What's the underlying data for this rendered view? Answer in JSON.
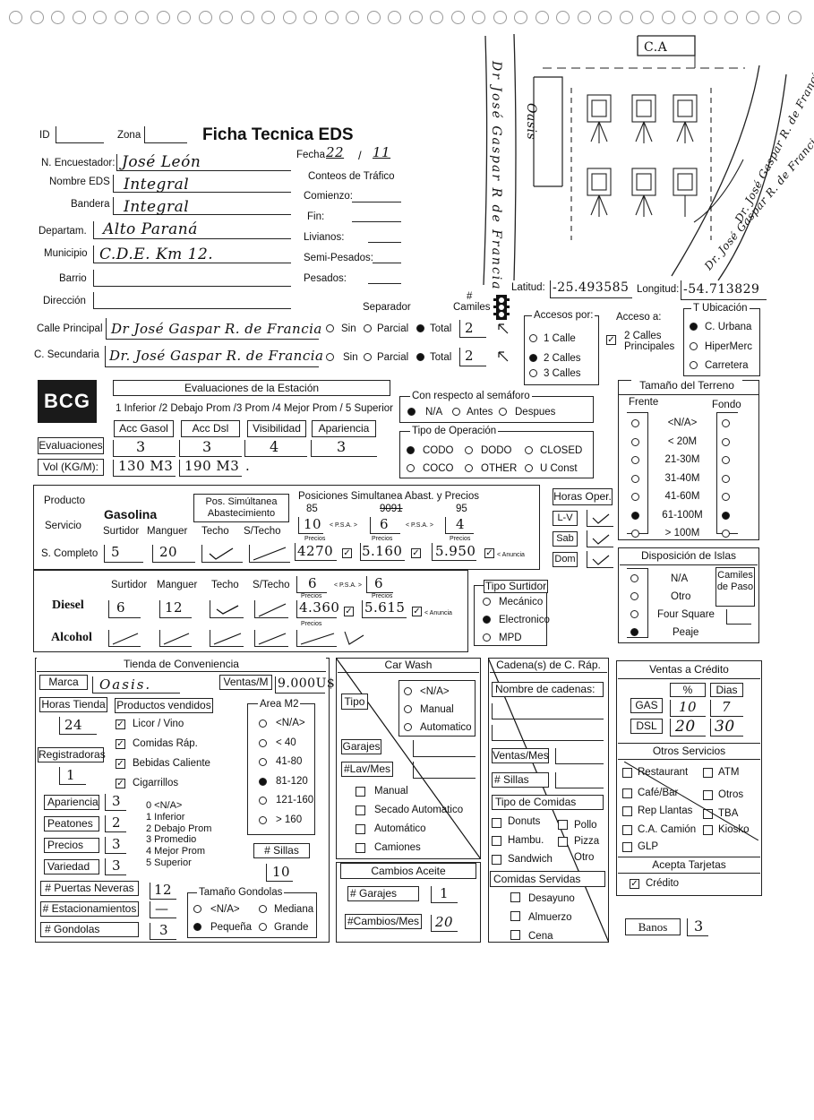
{
  "form": {
    "title": "Ficha Tecnica EDS",
    "id_label": "ID",
    "zona_label": "Zona",
    "fecha_label": "Fecha",
    "fecha_day": "22",
    "fecha_month": "11",
    "fecha_sep": "/"
  },
  "fields": {
    "encuestador_label": "N. Encuestador:",
    "encuestador_value": "José León",
    "nombre_label": "Nombre EDS",
    "nombre_value": "Integral",
    "bandera_label": "Bandera",
    "bandera_value": "Integral",
    "departam_label": "Departam.",
    "departam_value": "Alto Paraná",
    "municipio_label": "Municipio",
    "municipio_value": "C.D.E. Km 12.",
    "barrio_label": "Barrio",
    "direccion_label": "Dirección",
    "calle_principal_label": "Calle Principal",
    "calle_principal_value": "Dr José Gaspar R. de Francia",
    "calle_secundaria_label": "C. Secundaria",
    "calle_secundaria_value": "Dr. José Gaspar R. de Francia"
  },
  "traffic": {
    "title": "Conteos de Tráfico",
    "comienzo": "Comienzo:",
    "fin": "Fin:",
    "livianos": "Livianos:",
    "semi": "Semi-Pesados:",
    "pesados": "Pesados:"
  },
  "separador": {
    "title": "Separador",
    "sin": "Sin",
    "parcial": "Parcial",
    "total": "Total",
    "camiles": "Camiles",
    "hash": "#",
    "principal_count": "2",
    "secundaria_count": "2"
  },
  "location": {
    "latitud_label": "Latitud:",
    "latitud_value": "-25.493585",
    "longitud_label": "Longitud:",
    "longitud_value": "-54.713829"
  },
  "accesos": {
    "title": "Accesos por:",
    "options": [
      "1 Calle",
      "2 Calles",
      "3 Calles"
    ],
    "acceso_a": "Acceso a:",
    "acceso_a_option": "2 Calles Principales"
  },
  "ubicacion": {
    "title": "T Ubicación",
    "options": [
      "C. Urbana",
      "HiperMerc",
      "Carretera"
    ]
  },
  "sketch": {
    "ca": "C.A",
    "oasis": "Oasis",
    "street_vertical": "Dr José Gaspar R de Francia",
    "street_diagonal_top": "Dr. José Gaspar R. de Francia",
    "street_diagonal_bottom": "Dr. José Gaspar R. de Francia"
  },
  "evaluaciones": {
    "title": "Evaluaciones de la Estación",
    "scale": "1 Inferior /2 Debajo Prom /3 Prom /4 Mejor Prom / 5 Superior",
    "headers": [
      "Acc Gasol",
      "Acc Dsl",
      "Visibilidad",
      "Apariencia"
    ],
    "row_label": "Evaluaciones",
    "values": [
      "3",
      "3",
      "4",
      "3"
    ],
    "vol_label": "Vol (KG/M):",
    "vol_values": [
      "130 M3",
      "190 M3",
      "."
    ],
    "logo": "BCG"
  },
  "semaforo": {
    "title": "Con respecto al semáforo",
    "options": [
      "N/A",
      "Antes",
      "Despues"
    ],
    "operacion_title": "Tipo de Operación",
    "operacion_options": [
      "CODO",
      "DODO",
      "CLOSED",
      "COCO",
      "OTHER",
      "U Const"
    ]
  },
  "terreno": {
    "title": "Tamaño del Terreno",
    "frente": "Frente",
    "fondo": "Fondo",
    "sizes": [
      "<N/A>",
      "< 20M",
      "21-30M",
      "31-40M",
      "41-60M",
      "61-100M",
      "> 100M"
    ]
  },
  "islas": {
    "title": "Disposición de Islas",
    "options": [
      "N/A",
      "Otro",
      "Four Square",
      "Peaje"
    ],
    "camiles": "Camiles de Paso"
  },
  "producto": {
    "producto": "Producto",
    "servicio": "Servicio",
    "gasolina": "Gasolina",
    "surtidor": "Surtidor",
    "manguer": "Manguer",
    "techo": "Techo",
    "stecho": "S/Techo",
    "pos_sim": "Pos. Simúltanea Abastecimiento",
    "pos_title": "Posiciones Simultanea Abast. y Precios",
    "grades": [
      "85",
      "9091",
      "95"
    ],
    "psa": "< P.S.A. >",
    "s_completo": "S. Completo",
    "gas_surtidor": "5",
    "gas_manguer": "20",
    "gas_positions": [
      "10",
      "6",
      "4"
    ],
    "precios": "Precios",
    "gas_prices": [
      "4270",
      "5.160",
      "5.950"
    ],
    "anuncia": "< Anuncia",
    "diesel": "Diesel",
    "dsl_surtidor": "6",
    "dsl_manguer": "12",
    "dsl_positions": [
      "6",
      "6"
    ],
    "dsl_prices": [
      "4.360",
      "5.615"
    ],
    "alcohol": "Alcohol"
  },
  "horas": {
    "title": "Horas Oper.",
    "rows": [
      "L-V",
      "Sab",
      "Dom"
    ]
  },
  "tipo_surtidor": {
    "title": "Tipo Surtidor",
    "options": [
      "Mecánico",
      "Electronico",
      "MPD"
    ]
  },
  "tienda": {
    "title": "Tienda de Conveniencia",
    "marca_label": "Marca",
    "marca_value": "Oasis.",
    "ventas_label": "Ventas/M",
    "ventas_value": "9.000U$",
    "horas_label": "Horas Tienda",
    "horas_value": "24",
    "productos_title": "Productos vendidos",
    "productos": [
      "Licor / Vino",
      "Comidas Ráp.",
      "Bebidas Caliente",
      "Cigarrillos"
    ],
    "area_title": "Area M2",
    "areas": [
      "<N/A>",
      "< 40",
      "41-80",
      "81-120",
      "121-160",
      "> 160"
    ],
    "registradoras_label": "Registradoras",
    "registradoras_value": "1",
    "rating_rows": [
      "Apariencia",
      "Peatones",
      "Precios",
      "Variedad"
    ],
    "rating_values": [
      "3",
      "2",
      "3",
      "3"
    ],
    "scale": [
      "0 <N/A>",
      "1 Inferior",
      "2 Debajo Prom",
      "3 Promedio",
      "4 Mejor Prom",
      "5 Superior"
    ],
    "sillas_label": "# Sillas",
    "sillas_value": "10",
    "neveras_label": "# Puertas Neveras",
    "neveras_value": "12",
    "estacionamientos_label": "# Estacionamientos",
    "estacionamientos_value": "—",
    "gondolas_label": "# Gondolas",
    "gondolas_value": "3",
    "gondolas_size_title": "Tamaño Gondolas",
    "gondolas_sizes": [
      "<N/A>",
      "Mediana",
      "Pequeña",
      "Grande"
    ]
  },
  "carwash": {
    "title": "Car Wash",
    "tipo": "Tipo",
    "tipo_options": [
      "<N/A>",
      "Manual",
      "Automatico"
    ],
    "garajes": "Garajes",
    "lav": "#Lav/Mes",
    "options": [
      "Manual",
      "Secado Automatico",
      "Automático",
      "Camiones"
    ],
    "aceite_title": "Cambios Aceite",
    "aceite_garajes": "# Garajes",
    "aceite_garajes_value": "1",
    "aceite_cambios": "#Cambios/Mes",
    "aceite_cambios_value": "20"
  },
  "cadena": {
    "title": "Cadena(s) de C. Ráp.",
    "nombre": "Nombre de cadenas:",
    "ventas": "Ventas/Mes",
    "sillas": "# Sillas",
    "tipo_title": "Tipo de Comidas",
    "tipos": [
      "Donuts",
      "Pollo",
      "Hambu.",
      "Pizza",
      "Sandwich",
      "Otro"
    ],
    "servidas_title": "Comidas Servidas",
    "servidas": [
      "Desayuno",
      "Almuerzo",
      "Cena"
    ]
  },
  "credito": {
    "title": "Ventas a Crédito",
    "pct": "%",
    "dias": "Dias",
    "gas_label": "GAS",
    "gas_pct": "10",
    "gas_dias": "7",
    "dsl_label": "DSL",
    "dsl_pct": "20",
    "dsl_dias": "30",
    "otros_title": "Otros Servicios",
    "otros": [
      "Restaurant",
      "ATM",
      "Café/Bar",
      "Otros",
      "Rep Llantas",
      "TBA",
      "C.A. Camión",
      "Kiosko",
      "GLP"
    ],
    "tarjetas_title": "Acepta Tarjetas",
    "tarjetas_option": "Crédito",
    "banos_label": "Banos",
    "banos_value": "3"
  }
}
